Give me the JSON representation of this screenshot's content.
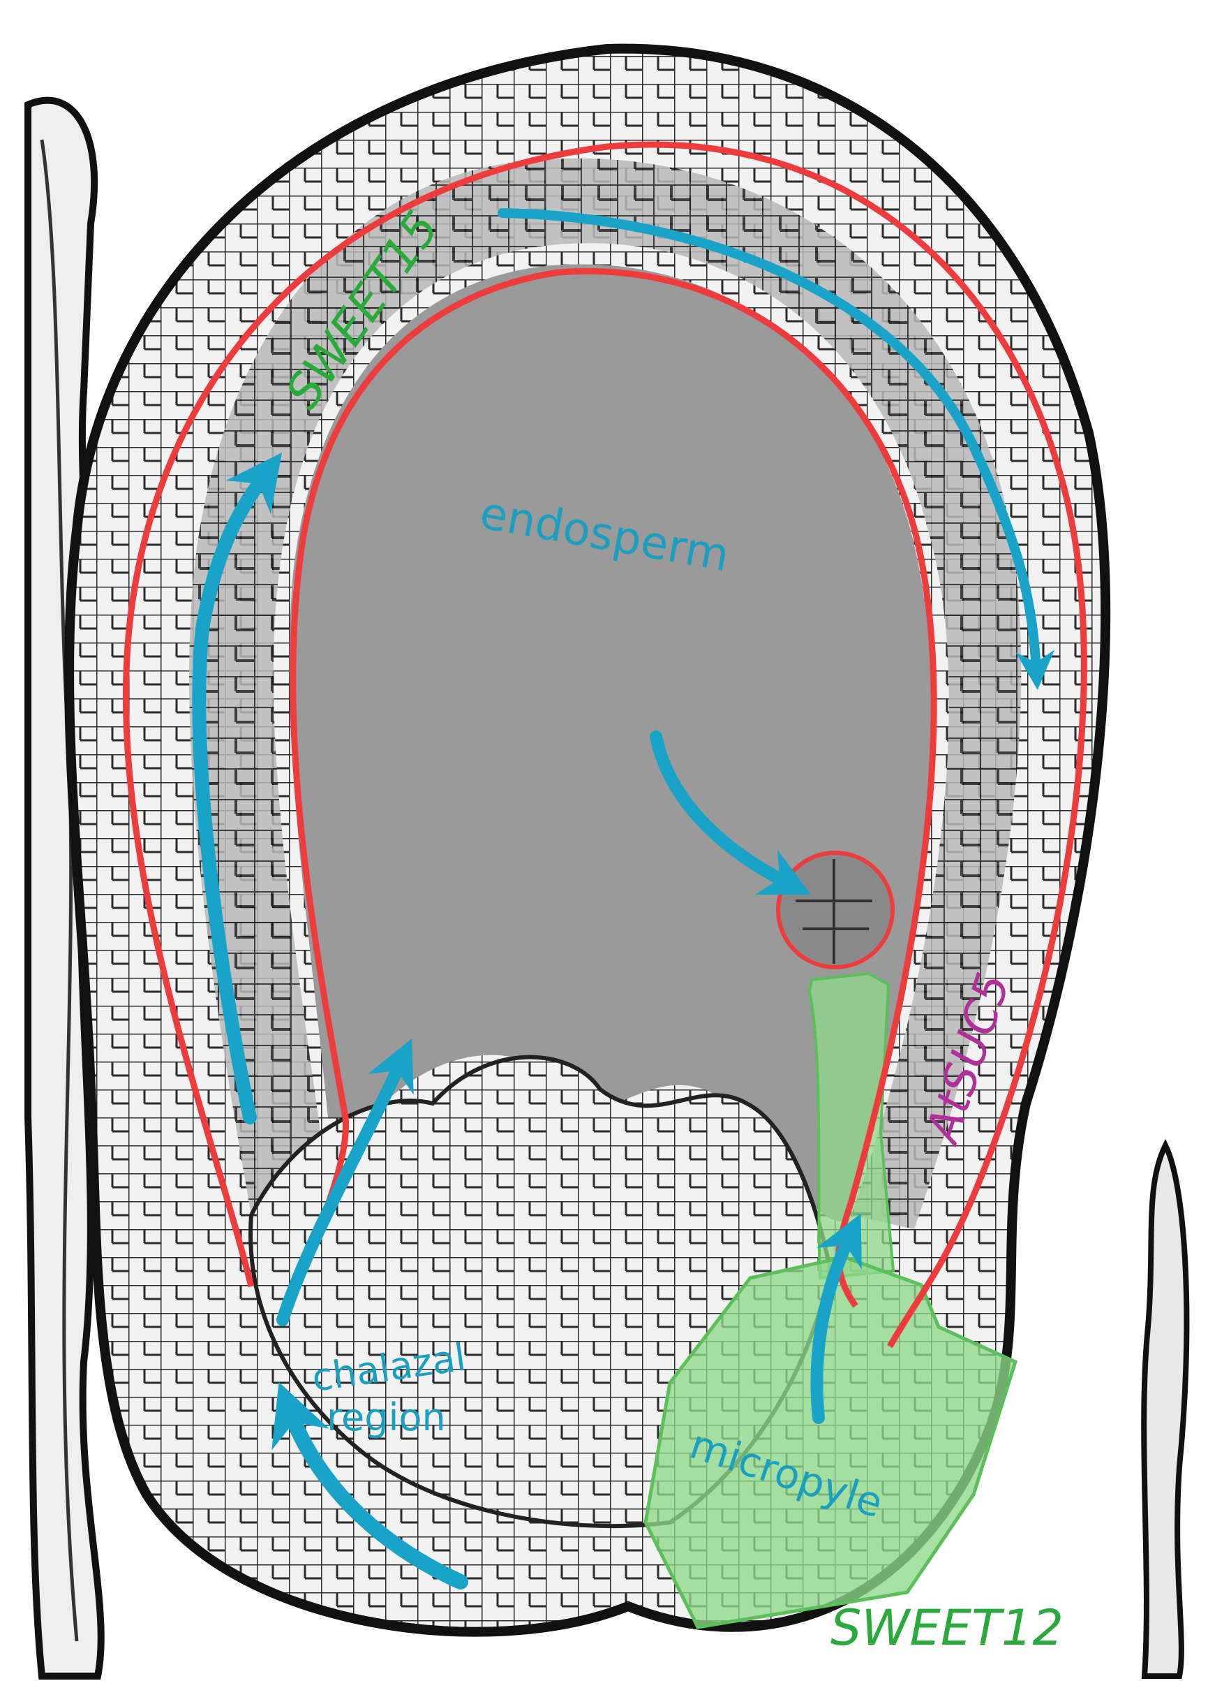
{
  "labels": {
    "sweet15": "SWEET15",
    "endosperm": "endosperm",
    "atsuc5": "AtSUC5",
    "chalazal_line1": "chalazal",
    "chalazal_line2": "region",
    "micropyle": "micropyle",
    "sweet12": "SWEET12"
  },
  "colors": {
    "teal_arrow": "#1aa3c8",
    "red_outline": "#ee3b3b",
    "green_label": "#2aaa3a",
    "magenta_label": "#b0309a",
    "green_fill": "#8fd88a",
    "teal_text": "#1b9fc0",
    "tissue_gray": "#9a9a9a",
    "cell_wall": "#1a1a1a"
  }
}
